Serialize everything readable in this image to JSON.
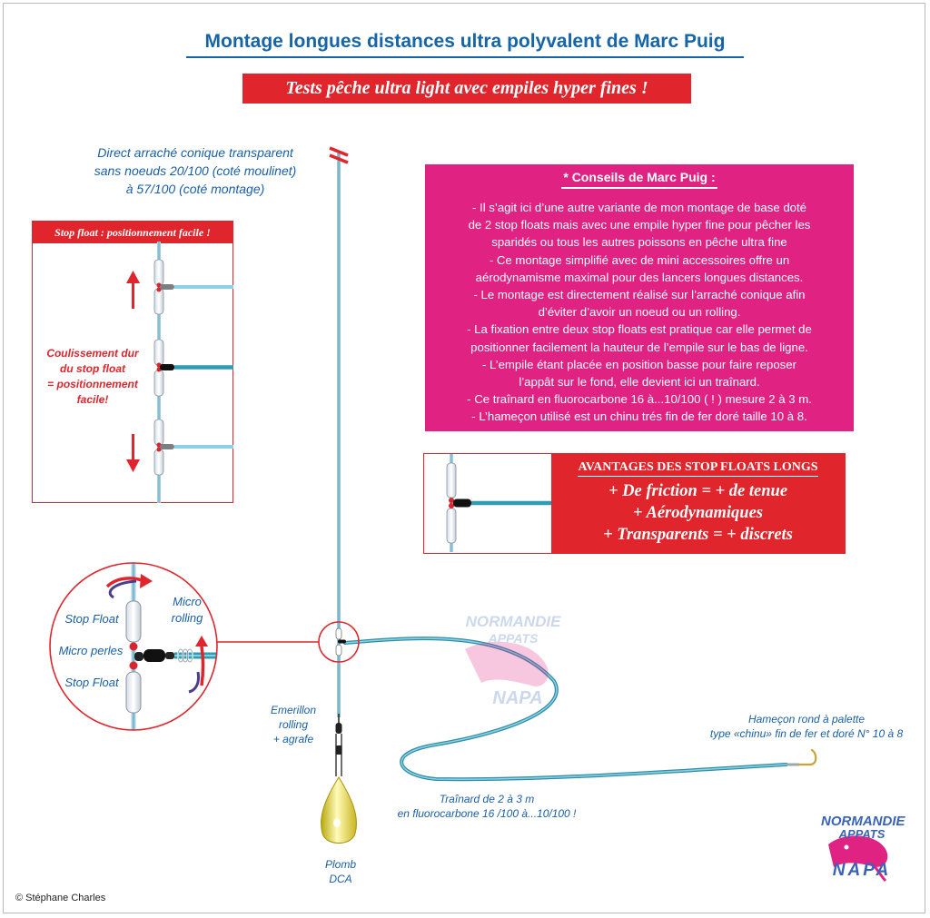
{
  "title": "Montage longues distances ultra polyvalent de Marc Puig",
  "banner": "Tests pêche ultra light avec empiles hyper fines !",
  "main_line_note": [
    "Direct arraché conique transparent",
    "sans noeuds 20/100 (coté moulinet)",
    "à 57/100 (coté montage)"
  ],
  "conseils": {
    "heading": "* Conseils de Marc Puig :",
    "lines": [
      "- Il s’agit ici d’une autre variante de mon montage de base doté",
      "de 2 stop floats mais avec une empile hyper fine pour pêcher les",
      "sparidés ou tous les autres poissons en pêche ultra fine",
      "- Ce montage simplifié avec de mini accessoires offre un",
      "aérodynamisme maximal pour des lancers longues distances.",
      "- Le montage est directement réalisé sur l’arraché conique afin",
      "d’éviter d’avoir un noeud ou un rolling.",
      "- La fixation entre deux stop floats est pratique car elle permet de",
      "positionner facilement la hauteur de l’empile sur le bas de ligne.",
      "- L’empile étant placée en position basse pour faire  reposer",
      "l’appât sur le fond, elle devient ici un traînard.",
      "- Ce traînard  en fluorocarbone 16 à...10/100 ( ! ) mesure 2 à 3 m.",
      "- L’hameçon utilisé est un chinu trés fin de fer doré taille 10 à 8."
    ]
  },
  "stop_panel": {
    "heading": "Stop float : positionnement facile !",
    "note": [
      "Coulissement dur",
      "du stop float",
      "= positionnement",
      "facile!"
    ]
  },
  "advantages": {
    "heading": "AVANTAGES DES STOP FLOATS LONGS",
    "lines": [
      "+ De friction = + de tenue",
      "+ Aérodynamiques",
      "+ Transparents = + discrets"
    ]
  },
  "zoom_labels": {
    "stop_float_top": "Stop Float",
    "micro_rolling": [
      "Micro",
      "rolling"
    ],
    "micro_perles": "Micro perles",
    "stop_float_bottom": "Stop Float"
  },
  "labels": {
    "emerillon": [
      "Emerillon",
      "rolling",
      "+ agrafe"
    ],
    "plomb": [
      "Plomb",
      "DCA"
    ],
    "trainard": [
      "Traînard de 2 à 3 m",
      "en fluorocarbone 16 /100 à...10/100 !"
    ],
    "hamecon": [
      "Hameçon rond à palette",
      "type «chinu» fin de fer et doré N° 10 à 8"
    ]
  },
  "logo": {
    "line1": "NORMANDIE",
    "line2": "APPATS",
    "line3": "NAPA"
  },
  "copyright": "© Stéphane Charles",
  "colors": {
    "title_blue": "#1565a8",
    "banner_red": "#e0252c",
    "conseils_pink": "#e02283",
    "line_blue": "#5fa7c6",
    "leader_teal": "#2d9cb4",
    "lead_yellow": "#f1e64a"
  }
}
